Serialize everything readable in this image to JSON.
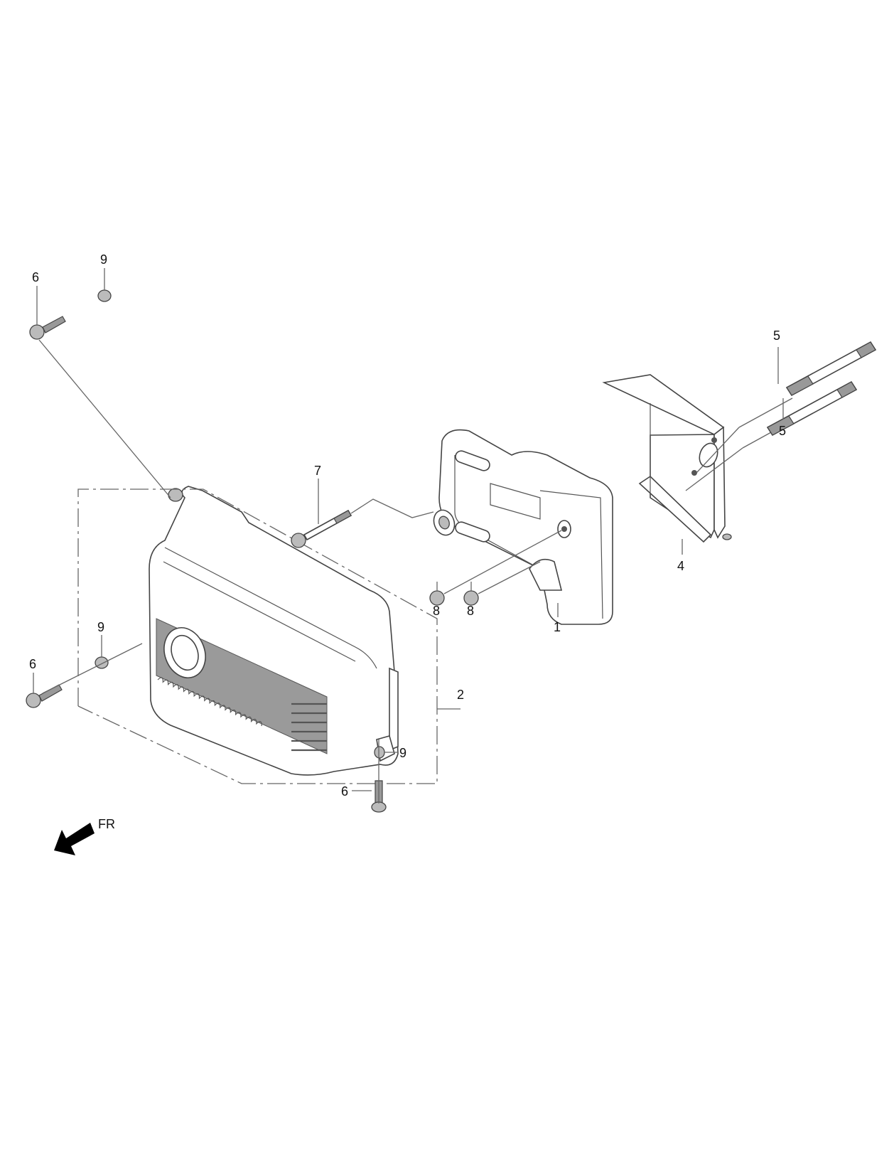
{
  "diagram": {
    "type": "exploded parts diagram",
    "subject": "muffler assembly",
    "callouts": [
      {
        "id": "c1",
        "label": "1",
        "part": "muffler"
      },
      {
        "id": "c2",
        "label": "2",
        "part": "muffler protector / cover"
      },
      {
        "id": "c4",
        "label": "4",
        "part": "heat shield bracket"
      },
      {
        "id": "c5a",
        "label": "5",
        "part": "stud bolt"
      },
      {
        "id": "c5b",
        "label": "5",
        "part": "stud bolt"
      },
      {
        "id": "c6a",
        "label": "6",
        "part": "flange bolt (upper left)"
      },
      {
        "id": "c6b",
        "label": "6",
        "part": "flange bolt (lower left)"
      },
      {
        "id": "c6c",
        "label": "6",
        "part": "flange bolt (bottom)"
      },
      {
        "id": "c7",
        "label": "7",
        "part": "flange bolt (long)"
      },
      {
        "id": "c8a",
        "label": "8",
        "part": "flange nut"
      },
      {
        "id": "c8b",
        "label": "8",
        "part": "flange nut"
      },
      {
        "id": "c9a",
        "label": "9",
        "part": "collar (upper left)"
      },
      {
        "id": "c9b",
        "label": "9",
        "part": "collar (lower left)"
      },
      {
        "id": "c9c",
        "label": "9",
        "part": "collar (bottom)"
      }
    ],
    "direction_indicator": {
      "label": "FR",
      "icon": "arrow-down-left-icon"
    }
  }
}
